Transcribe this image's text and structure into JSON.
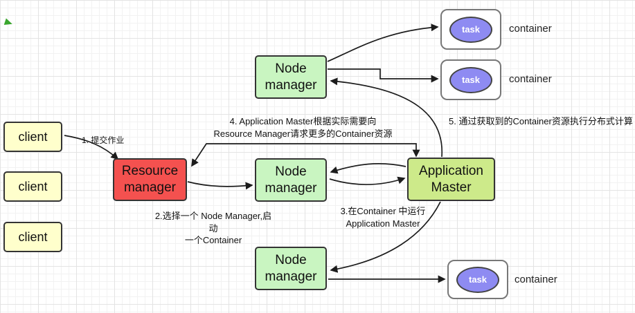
{
  "diagram": {
    "title": "YARN job submission flow diagram",
    "nodes": {
      "client": {
        "label": "client",
        "fill": "#ffffcc"
      },
      "resource_manager": {
        "label": "Resource\nmanager",
        "fill": "#f4514f"
      },
      "node_manager": {
        "label": "Node\nmanager",
        "fill": "#c9f5c1"
      },
      "application_master": {
        "label": "Application\nMaster",
        "fill": "#cdea8a"
      },
      "task": {
        "label": "task",
        "fill": "#8e8bf2"
      },
      "container": {
        "label": "container",
        "fill": "#ffffff"
      }
    },
    "annotations": {
      "step1": "1. 提交作业",
      "step2": "2.选择一个 Node Manager,启动\n一个Container",
      "step3": "3.在Container 中运行\nApplication Master",
      "step4": "4. Application Master根据实际需要向\nResource Manager请求更多的Container资源",
      "step5": "5. 通过获取到的Container资源执行分布式计算"
    }
  }
}
